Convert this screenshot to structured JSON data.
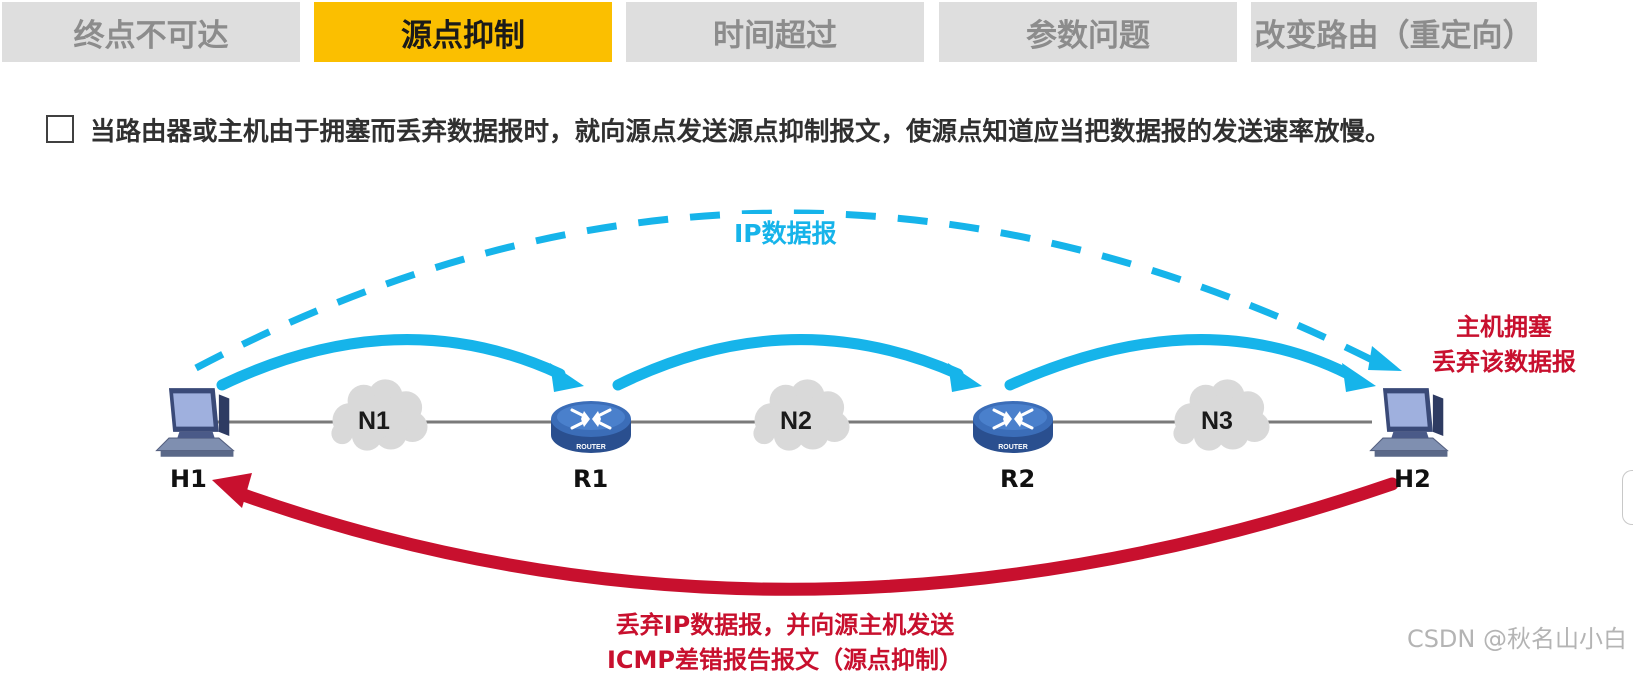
{
  "tabs": [
    {
      "label": "终点不可达",
      "active": false
    },
    {
      "label": "源点抑制",
      "active": true
    },
    {
      "label": "时间超过",
      "active": false
    },
    {
      "label": "参数问题",
      "active": false
    },
    {
      "label": "改变路由（重定向）",
      "active": false
    }
  ],
  "description": "当路由器或主机由于拥塞而丢弃数据报时，就向源点发送源点抑制报文，使源点知道应当把数据报的发送速率放慢。",
  "diagram": {
    "ip_datagram_label": "IP数据报",
    "hosts": [
      {
        "label": "H1"
      },
      {
        "label": "H2"
      }
    ],
    "routers": [
      {
        "label": "R1",
        "badge": "ROUTER"
      },
      {
        "label": "R2",
        "badge": "ROUTER"
      }
    ],
    "networks": [
      {
        "label": "N1"
      },
      {
        "label": "N2"
      },
      {
        "label": "N3"
      }
    ],
    "congestion_note": {
      "line1": "主机拥塞",
      "line2": "丢弃该数据报"
    },
    "icmp_note": {
      "line1": "丢弃IP数据报，并向源主机发送",
      "line2": "ICMP差错报告报文（源点抑制）"
    }
  },
  "watermark": "CSDN @秋名山小白",
  "colors": {
    "active_tab": "#fbbf00",
    "inactive_tab": "#dedede",
    "forward_arrow": "#16b4ea",
    "icmp_arrow": "#c8102e",
    "router": "#2f5aa0",
    "cloud": "#d9d9d9"
  },
  "icons": [
    "checkbox-icon",
    "host-computer-icon",
    "router-icon",
    "network-cloud-icon"
  ]
}
